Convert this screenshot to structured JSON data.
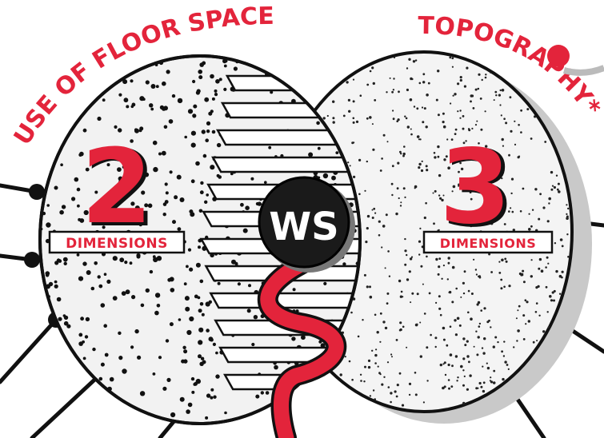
{
  "diagram": {
    "title_left": "USE OF FLOOR SPACE",
    "title_right": "TOPOGRAPHY*",
    "left": {
      "number": "2",
      "label": "DIMENSIONS"
    },
    "right": {
      "number": "3",
      "label": "DIMENSIONS"
    },
    "center": {
      "label": "WS"
    }
  },
  "colors": {
    "accent_red": "#e3243b",
    "ink": "#111111",
    "circle_fill": "#f2f2f2",
    "shadow": "#c9c9c9",
    "hub": "#1a1a1a"
  }
}
